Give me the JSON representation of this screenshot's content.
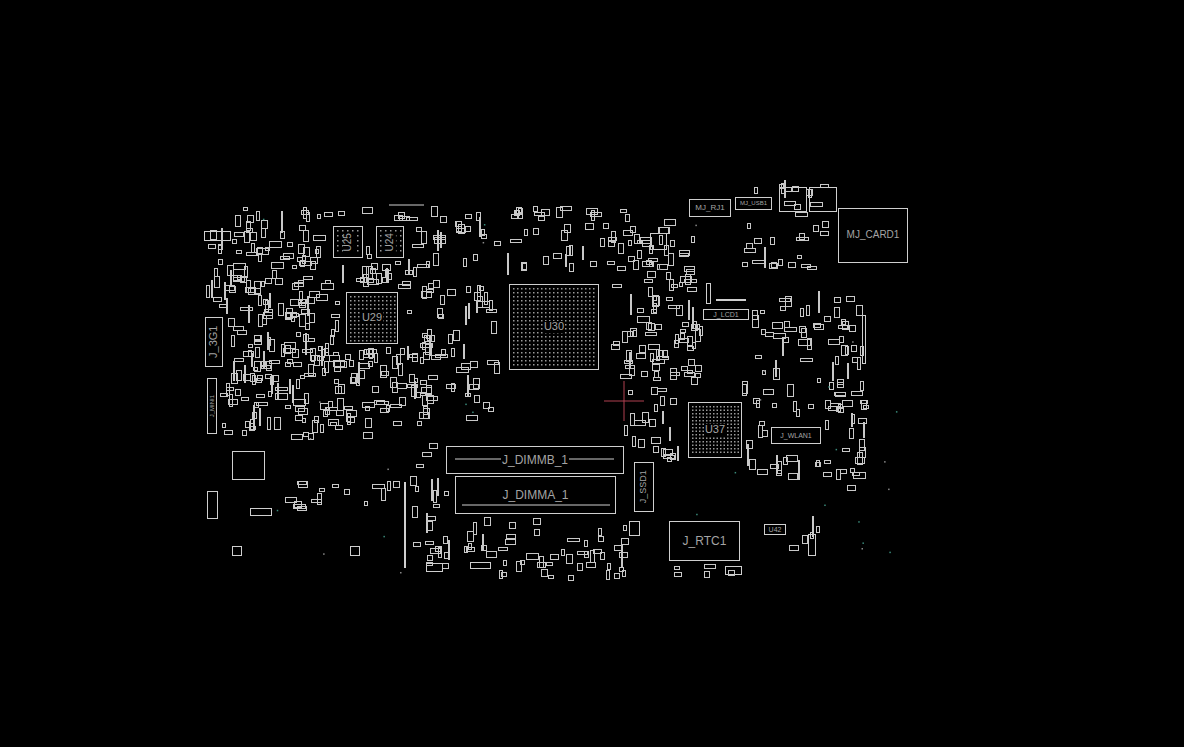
{
  "diagram": {
    "nodes": [
      {
        "text": [
          "MJ_RJ1"
        ]
      },
      {
        "text": [
          "MJ_USB1"
        ]
      },
      {
        "text": [
          "MJ_CARD1"
        ]
      },
      {
        "text": [
          "U25"
        ]
      },
      {
        "text": [
          "U24"
        ]
      },
      {
        "text": [
          "U29"
        ]
      },
      {
        "text": [
          "U30"
        ]
      },
      {
        "text": [
          "J_LCD1"
        ]
      },
      {
        "text": [
          "J_3G1"
        ]
      },
      {
        "text": [
          "J_MINI1"
        ]
      },
      {
        "text": [
          "U37"
        ]
      },
      {
        "text": [
          "J_WLAN1"
        ]
      },
      {
        "text": [
          "J_DIMMB_1"
        ]
      },
      {
        "text": [
          "J_SSD1"
        ]
      },
      {
        "text": [
          "J_DIMMA_1"
        ]
      },
      {
        "text": [
          "J_RTC1"
        ]
      },
      {
        "text": [
          "U42"
        ]
      }
    ]
  }
}
